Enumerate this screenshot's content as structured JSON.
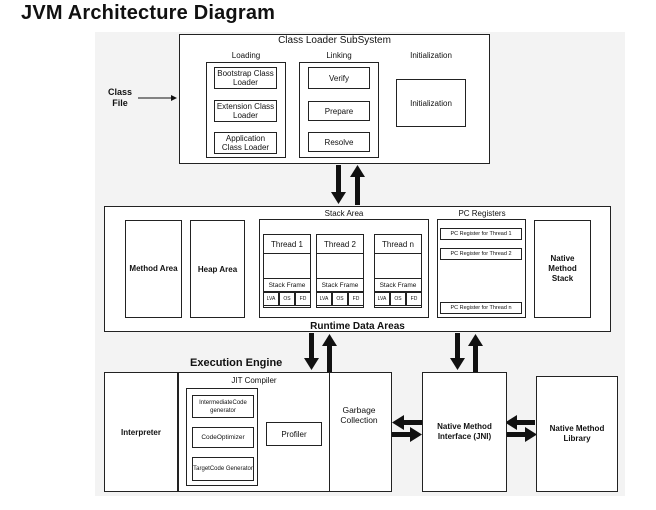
{
  "title": "JVM Architecture Diagram",
  "class_file": "Class File",
  "class_loader": {
    "title": "Class Loader SubSystem",
    "loading": {
      "heading": "Loading",
      "bootstrap": "Bootstrap Class Loader",
      "extension": "Extension Class Loader",
      "application": "Application Class Loader"
    },
    "linking": {
      "heading": "Linking",
      "verify": "Verify",
      "prepare": "Prepare",
      "resolve": "Resolve"
    },
    "initialization": {
      "heading": "Initialization",
      "box": "Initialization"
    }
  },
  "runtime": {
    "title": "Runtime Data Areas",
    "method_area": "Method Area",
    "heap_area": "Heap Area",
    "stack_area": {
      "heading": "Stack Area",
      "threads": [
        "Thread 1",
        "Thread 2",
        "Thread n"
      ],
      "stack_frame": "Stack Frame",
      "lva": "LVA",
      "os": "OS",
      "fd": "FD"
    },
    "pc_registers": {
      "heading": "PC Registers",
      "items": [
        "PC Register for Thread 1",
        "PC Register for Thread 2",
        "PC Register for Thread n"
      ]
    },
    "native_method_stack": "Native Method Stack"
  },
  "execution_engine": {
    "title": "Execution Engine",
    "interpreter": "Interpreter",
    "jit": {
      "heading": "JIT Compiler",
      "intermediate": "IntermediateCode generator",
      "optimizer": "CodeOptimizer",
      "target": "TargetCode Generator",
      "profiler": "Profiler"
    },
    "garbage_collection": "Garbage Collection"
  },
  "native_interface": "Native Method Interface (JNI)",
  "native_library": "Native Method Library"
}
